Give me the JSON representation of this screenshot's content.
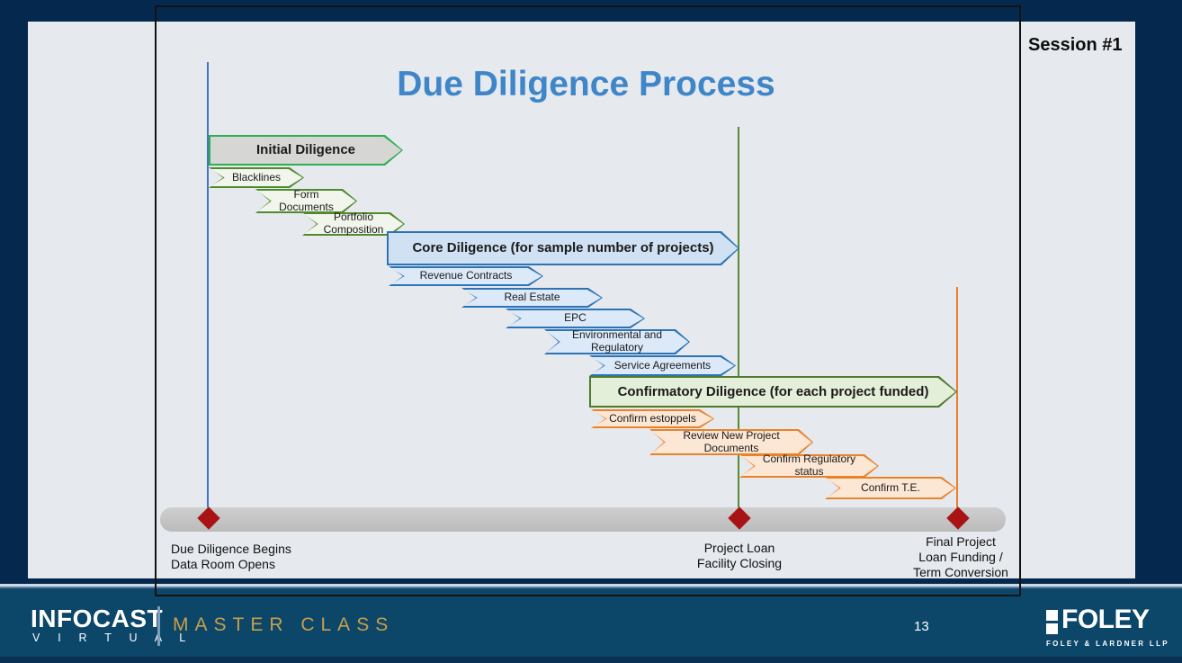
{
  "slide": {
    "session_label": "Session #1",
    "title": "Due Diligence Process"
  },
  "diagram": {
    "groups": [
      {
        "header": "Initial Diligence",
        "items": [
          "Blacklines",
          "Form Documents",
          "Portfolio Composition"
        ]
      },
      {
        "header": "Core Diligence (for sample number of projects)",
        "items": [
          "Revenue Contracts",
          "Real Estate",
          "EPC",
          "Environmental and Regulatory",
          "Service Agreements"
        ]
      },
      {
        "header": "Confirmatory Diligence (for each project funded)",
        "items": [
          "Confirm estoppels",
          "Review New Project Documents",
          "Confirm Regulatory status",
          "Confirm T.E."
        ]
      }
    ],
    "milestones": [
      {
        "lines": [
          "Due Diligence Begins",
          "Data Room Opens"
        ]
      },
      {
        "lines": [
          "Project Loan",
          "Facility Closing"
        ]
      },
      {
        "lines": [
          "Final Project",
          "Loan Funding /",
          "Term Conversion"
        ]
      }
    ]
  },
  "footer": {
    "brand": "INFOCAST",
    "brand_sub": "V I R T U A L",
    "program": "MASTER CLASS",
    "page_number": "13",
    "logo": "FOLEY",
    "logo_sub": "FOLEY & LARDNER LLP"
  },
  "palette": {
    "navy_bg": "#05294e",
    "slide_bg": "#e6e9ee",
    "footer_bg": "#0c4669",
    "footer_bottom": "#0a3053",
    "sep_light": "#cdd9e3",
    "sep_mid": "#5a7fa3",
    "frame_black": "#131313",
    "title_blue": "#3e86c8",
    "line_blue": "#4472c4",
    "line_green": "#568c33",
    "line_orange": "#e77f2e",
    "initial_fill": "#d6d6d4",
    "initial_border": "#2fae52",
    "olive_fill": "#f2f5ec",
    "olive_border": "#4f8b2e",
    "blue_border": "#2e74b5",
    "blue_hdr_fill": "#cfe1f3",
    "blue_fill": "#dce9f8",
    "confirm_border": "#4e7a2d",
    "confirm_fill": "#e3efd9",
    "orange_border": "#e8832c",
    "orange_fill": "#fce6d4",
    "timeline_gray": "#c2c2c2",
    "diamond_red": "#a81414",
    "gold": "#c89f4a",
    "divider_blue": "#7f9cba"
  }
}
